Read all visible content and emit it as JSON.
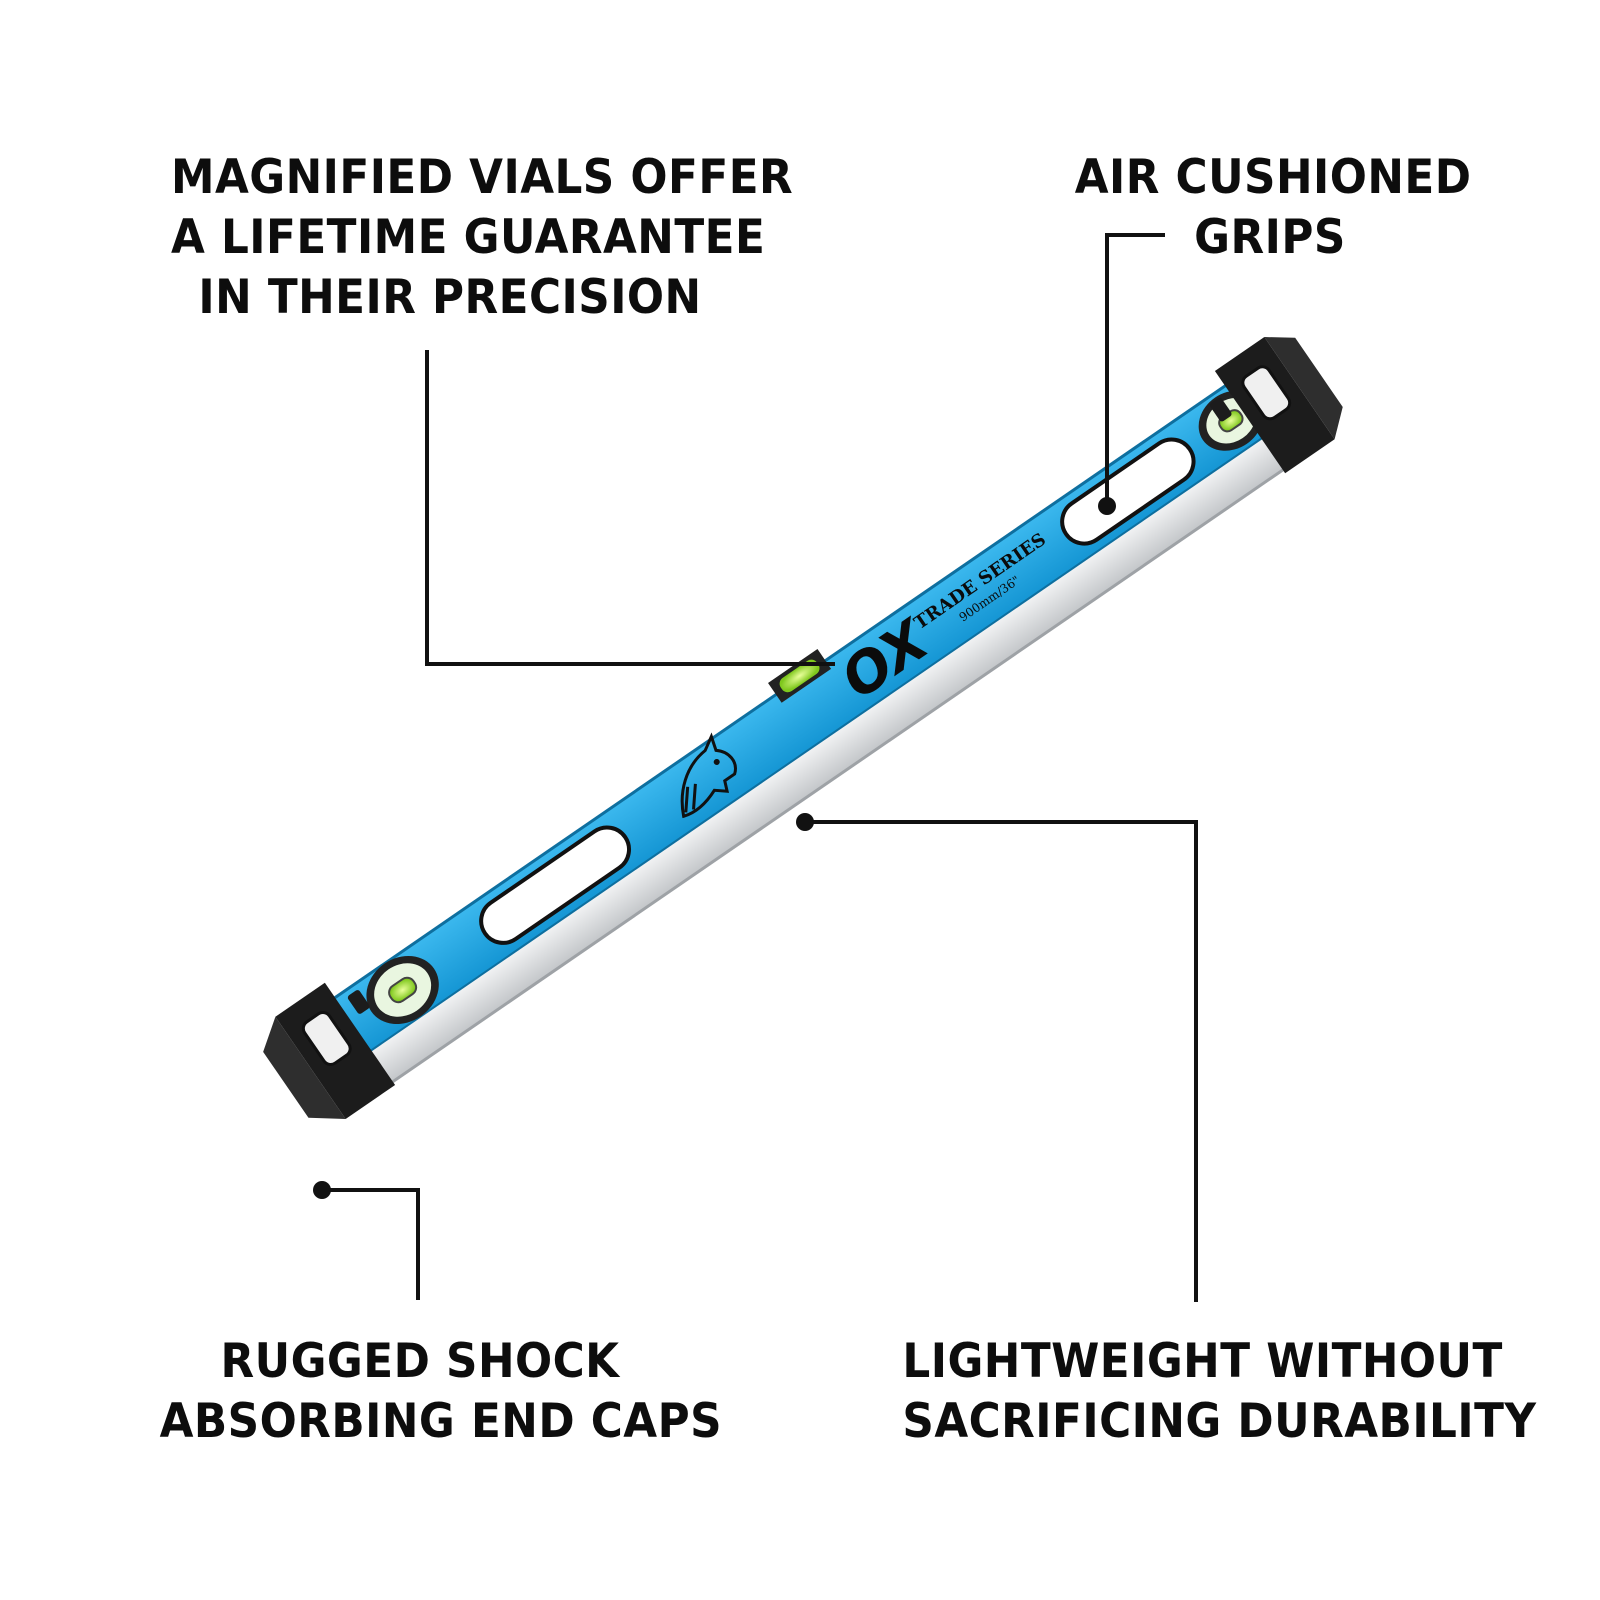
{
  "callouts": {
    "vials": {
      "lines": [
        "MAGNIFIED VIALS OFFER",
        "A LIFETIME GUARANTEE",
        "IN THEIR PRECISION"
      ]
    },
    "grips": {
      "lines": [
        "AIR CUSHIONED",
        "GRIPS"
      ]
    },
    "end_caps": {
      "lines": [
        "RUGGED SHOCK",
        "ABSORBING END CAPS"
      ]
    },
    "lightweight": {
      "lines": [
        "LIGHTWEIGHT WITHOUT",
        "SACRIFICING DURABILITY"
      ]
    }
  },
  "product": {
    "brand": "OX",
    "series": "TRADE SERIES",
    "size": "900mm/36\"",
    "body_color": "#1aa3e0",
    "body_dark_color": "#0f7fb8",
    "rail_color": "#d9dbdd",
    "cap_color": "#1c1c1c",
    "vial_color": "#a6e22e",
    "bull_logo_icon": "bull-logo-icon"
  }
}
